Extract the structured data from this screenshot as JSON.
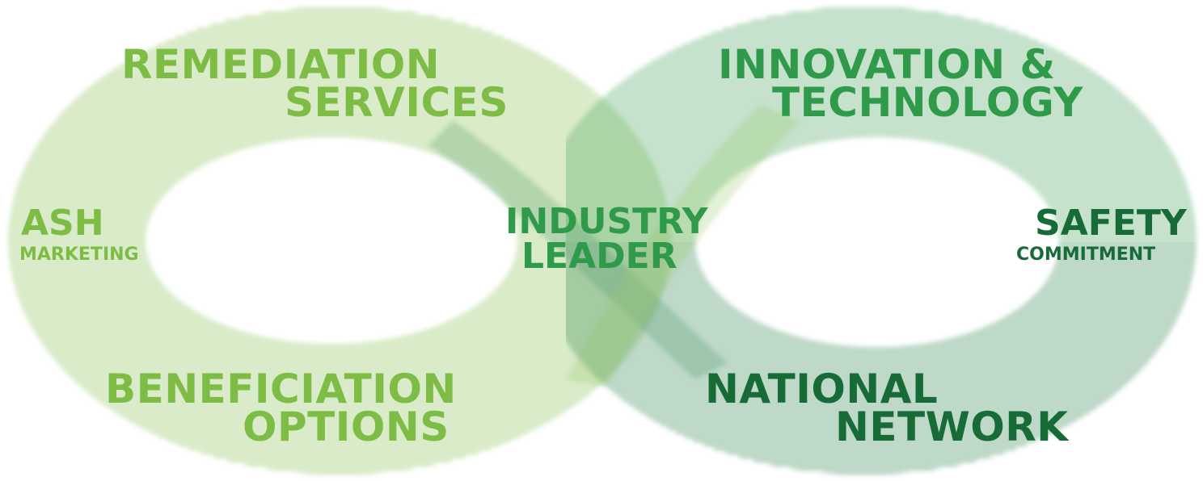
{
  "diagram": {
    "shape": "infinity-loop",
    "colors": {
      "left_lobe": "#8cc35a",
      "right_lobe_top": "#45a35c",
      "right_lobe_bottom": "#3a8a5a",
      "light_text": "#7dbd45",
      "mid_text": "#2f9b4a",
      "dark_text": "#166b36"
    },
    "labels": {
      "remediation_line1": "REMEDIATION",
      "remediation_line2": "SERVICES",
      "innovation_line1": "INNOVATION &",
      "innovation_line2": "TECHNOLOGY",
      "ash_line1": "ASH",
      "ash_line2": "MARKETING",
      "industry_line1": "INDUSTRY",
      "industry_line2": "LEADER",
      "safety_line1": "SAFETY",
      "safety_line2": "COMMITMENT",
      "beneficiation_line1": "BENEFICIATION",
      "beneficiation_line2": "OPTIONS",
      "national_line1": "NATIONAL",
      "national_line2": "NETWORK"
    }
  }
}
